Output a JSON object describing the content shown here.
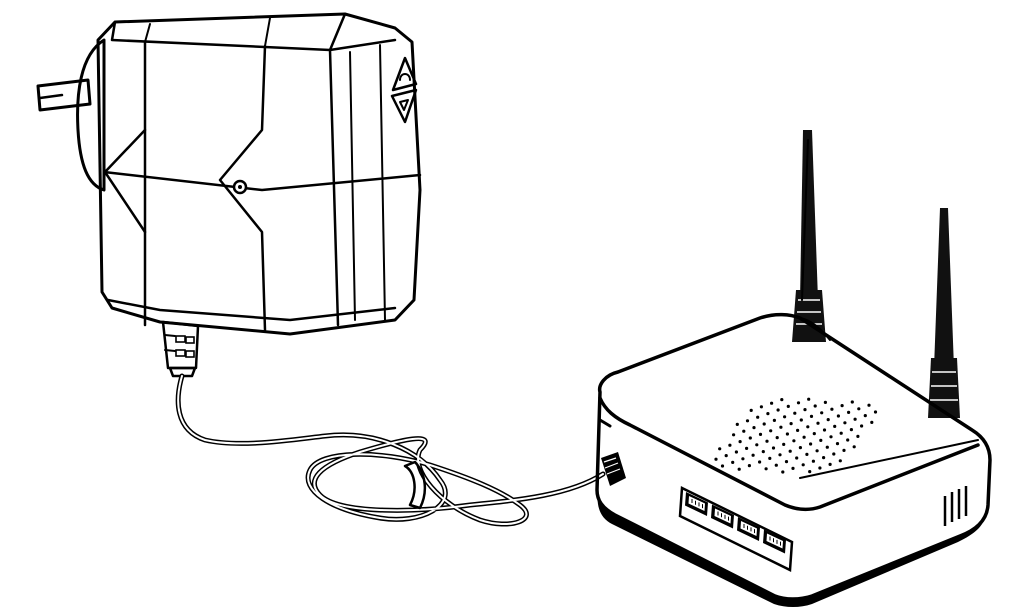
{
  "colors": {
    "background": "#ffffff",
    "line": "#000000",
    "fill": "#ffffff",
    "antenna": "#111111"
  },
  "parts": {
    "adapter": "power-adapter",
    "plug_icons": [
      "power-plug-icon",
      "power-socket-icon"
    ],
    "cable": "power-cable",
    "router": "wireless-router",
    "antennas": 2,
    "lan_ports": 4
  }
}
